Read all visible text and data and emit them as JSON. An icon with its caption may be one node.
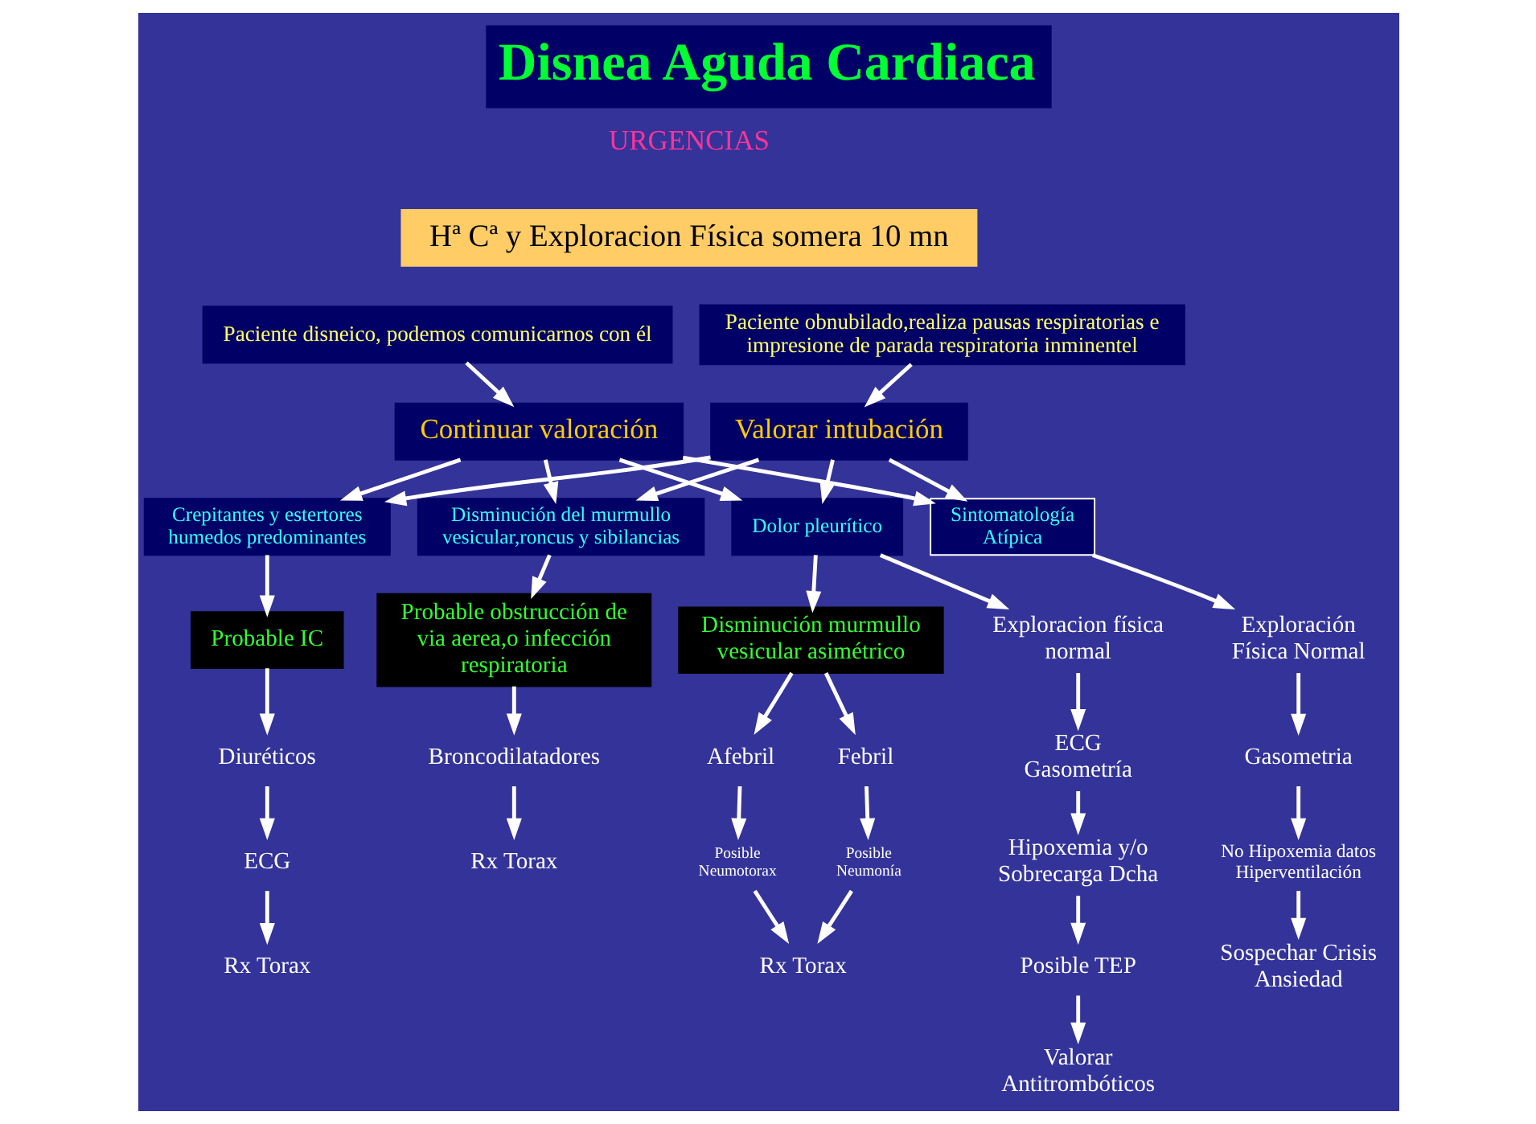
{
  "diagram": {
    "title": "Disnea Aguda Cardiaca",
    "nodes": [
      {
        "text": [
          "Hª Cª y Exploracion Física somera 10 mn"
        ]
      },
      {
        "text": [
          "Paciente disneico, podemos comunicarnos con él"
        ]
      },
      {
        "text": [
          "Paciente obnubilado,realiza pausas respiratorias e impresione de parada respiratoria inminentel"
        ]
      },
      {
        "text": [
          "Continuar valoración"
        ]
      },
      {
        "text": [
          "Valorar intubación"
        ]
      },
      {
        "text": [
          "Crepitantes y estertores humedos predominantes"
        ]
      },
      {
        "text": [
          "Disminución del murmullo vesicular,roncus y sibilancias"
        ]
      },
      {
        "text": [
          "Dolor pleurítico"
        ]
      },
      {
        "text": [
          "Sintomatología Atípica"
        ]
      },
      {
        "text": [
          "Probable IC"
        ]
      },
      {
        "text": [
          "Diuréticos"
        ]
      },
      {
        "text": [
          "ECG"
        ]
      },
      {
        "text": [
          "Rx Torax"
        ]
      },
      {
        "text": [
          "Probable obstrucción de via aerea,o infección respiratoria"
        ]
      },
      {
        "text": [
          "Broncodilatadores"
        ]
      },
      {
        "text": [
          "Rx Torax"
        ]
      },
      {
        "text": [
          "Disminución murmullo vesicular asimétrico"
        ]
      },
      {
        "text": [
          "Exploracion física normal"
        ]
      },
      {
        "text": [
          "Afebril"
        ]
      },
      {
        "text": [
          "Febril"
        ]
      },
      {
        "text": [
          "Posible Neumotorax"
        ]
      },
      {
        "text": [
          "Posible Neumonía"
        ]
      },
      {
        "text": [
          "Rx Torax"
        ]
      },
      {
        "text": [
          "ECG Gasometría"
        ]
      },
      {
        "text": [
          "Hipoxemia y/o Sobrecarga Dcha"
        ]
      },
      {
        "text": [
          "Posible TEP"
        ]
      },
      {
        "text": [
          "Valorar Antitrombóticos"
        ]
      },
      {
        "text": [
          "Exploración Física Normal"
        ]
      },
      {
        "text": [
          "Gasometria"
        ]
      },
      {
        "text": [
          "No Hipoxemia datos Hiperventilación"
        ]
      },
      {
        "text": [
          "Sospechar Crisis Ansiedad"
        ]
      }
    ],
    "edges": [
      {
        "from": 1,
        "to": 3,
        "arrow": "to"
      },
      {
        "from": 2,
        "to": 4,
        "arrow": "to"
      },
      {
        "from": 3,
        "to": 5,
        "arrow": "to"
      },
      {
        "from": 3,
        "to": 6,
        "arrow": "to"
      },
      {
        "from": 3,
        "to": 7,
        "arrow": "to"
      },
      {
        "from": 3,
        "to": 8,
        "arrow": "to"
      },
      {
        "from": 4,
        "to": 5,
        "arrow": "to"
      },
      {
        "from": 4,
        "to": 6,
        "arrow": "to"
      },
      {
        "from": 4,
        "to": 7,
        "arrow": "to"
      },
      {
        "from": 4,
        "to": 8,
        "arrow": "to"
      },
      {
        "from": 5,
        "to": 9,
        "arrow": "to"
      },
      {
        "from": 9,
        "to": 10,
        "arrow": "to"
      },
      {
        "from": 10,
        "to": 11,
        "arrow": "to"
      },
      {
        "from": 11,
        "to": 12,
        "arrow": "to"
      },
      {
        "from": 6,
        "to": 13,
        "arrow": "to"
      },
      {
        "from": 13,
        "to": 14,
        "arrow": "to"
      },
      {
        "from": 14,
        "to": 15,
        "arrow": "to"
      },
      {
        "from": 7,
        "to": 16,
        "arrow": "to"
      },
      {
        "from": 7,
        "to": 17,
        "arrow": "to"
      },
      {
        "from": 16,
        "to": 18,
        "arrow": "to"
      },
      {
        "from": 16,
        "to": 19,
        "arrow": "to"
      },
      {
        "from": 18,
        "to": 20,
        "arrow": "to"
      },
      {
        "from": 19,
        "to": 21,
        "arrow": "to"
      },
      {
        "from": 20,
        "to": 22,
        "arrow": "to"
      },
      {
        "from": 21,
        "to": 22,
        "arrow": "to"
      },
      {
        "from": 17,
        "to": 23,
        "arrow": "to"
      },
      {
        "from": 23,
        "to": 24,
        "arrow": "to"
      },
      {
        "from": 24,
        "to": 25,
        "arrow": "to"
      },
      {
        "from": 25,
        "to": 26,
        "arrow": "to"
      },
      {
        "from": 8,
        "to": 27,
        "arrow": "to"
      },
      {
        "from": 27,
        "to": 28,
        "arrow": "to"
      },
      {
        "from": 28,
        "to": 29,
        "arrow": "to"
      },
      {
        "from": 29,
        "to": 30,
        "arrow": "to"
      }
    ],
    "labels": [
      "URGENCIAS"
    ]
  }
}
